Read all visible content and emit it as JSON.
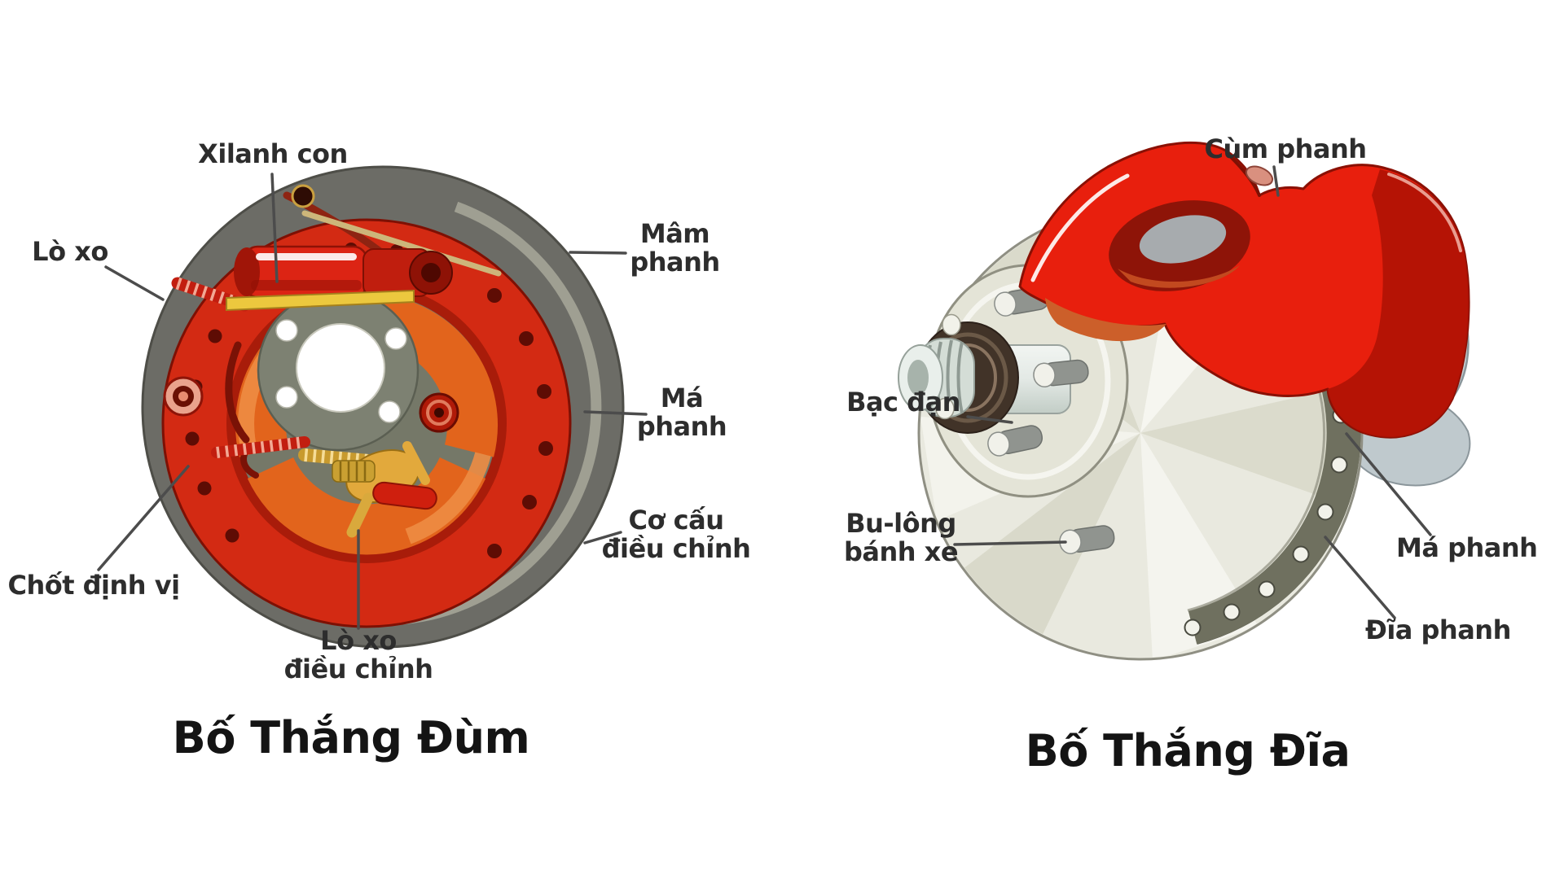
{
  "page": {
    "background": "#ffffff",
    "text_color": "#2d2d2d",
    "leader_line_color": "#4c4c4c"
  },
  "colors": {
    "drum_gray": "#6c6c66",
    "drum_rim_light": "#a8a89a",
    "assembly_red": "#d32a13",
    "dark_red": "#8e1206",
    "shoe_orange": "#e2641c",
    "shoe_orange_light": "#ee8c44",
    "backing_gray": "#757868",
    "gold": "#e2a93c",
    "yellow_bar": "#ecc83e",
    "disc_face": "#e9e9df",
    "disc_edge_olive": "#6f705f",
    "caliper_red": "#e81f0d",
    "caliper_shadow": "#b21305",
    "bracket_silver": "#c6cfd3",
    "bearing_brown": "#413328"
  },
  "left": {
    "title": "Bố Thắng Đùm",
    "labels": {
      "xilanh_con": {
        "text": "Xilanh con"
      },
      "lo_xo": {
        "text": "Lò xo"
      },
      "mam_phanh": {
        "line1": "Mâm",
        "line2": "phanh"
      },
      "ma_phanh": {
        "line1": "Má",
        "line2": "phanh"
      },
      "co_cau_dieu_chinh": {
        "line1": "Cơ cấu",
        "line2": "điều chỉnh"
      },
      "chot_dinh_vi": {
        "text": "Chốt định vị"
      },
      "lo_xo_dieu_chinh": {
        "line1": "Lò xo",
        "line2": "điều chỉnh"
      }
    }
  },
  "right": {
    "title": "Bố Thắng Đĩa",
    "labels": {
      "cum_phanh": {
        "text": "Cùm phanh"
      },
      "bac_dan": {
        "text": "Bạc đạn"
      },
      "bu_long_banh_xe": {
        "line1": "Bu-lông",
        "line2": "bánh xe"
      },
      "ma_phanh": {
        "text": "Má phanh"
      },
      "dia_phanh": {
        "text": "Đĩa phanh"
      }
    }
  }
}
